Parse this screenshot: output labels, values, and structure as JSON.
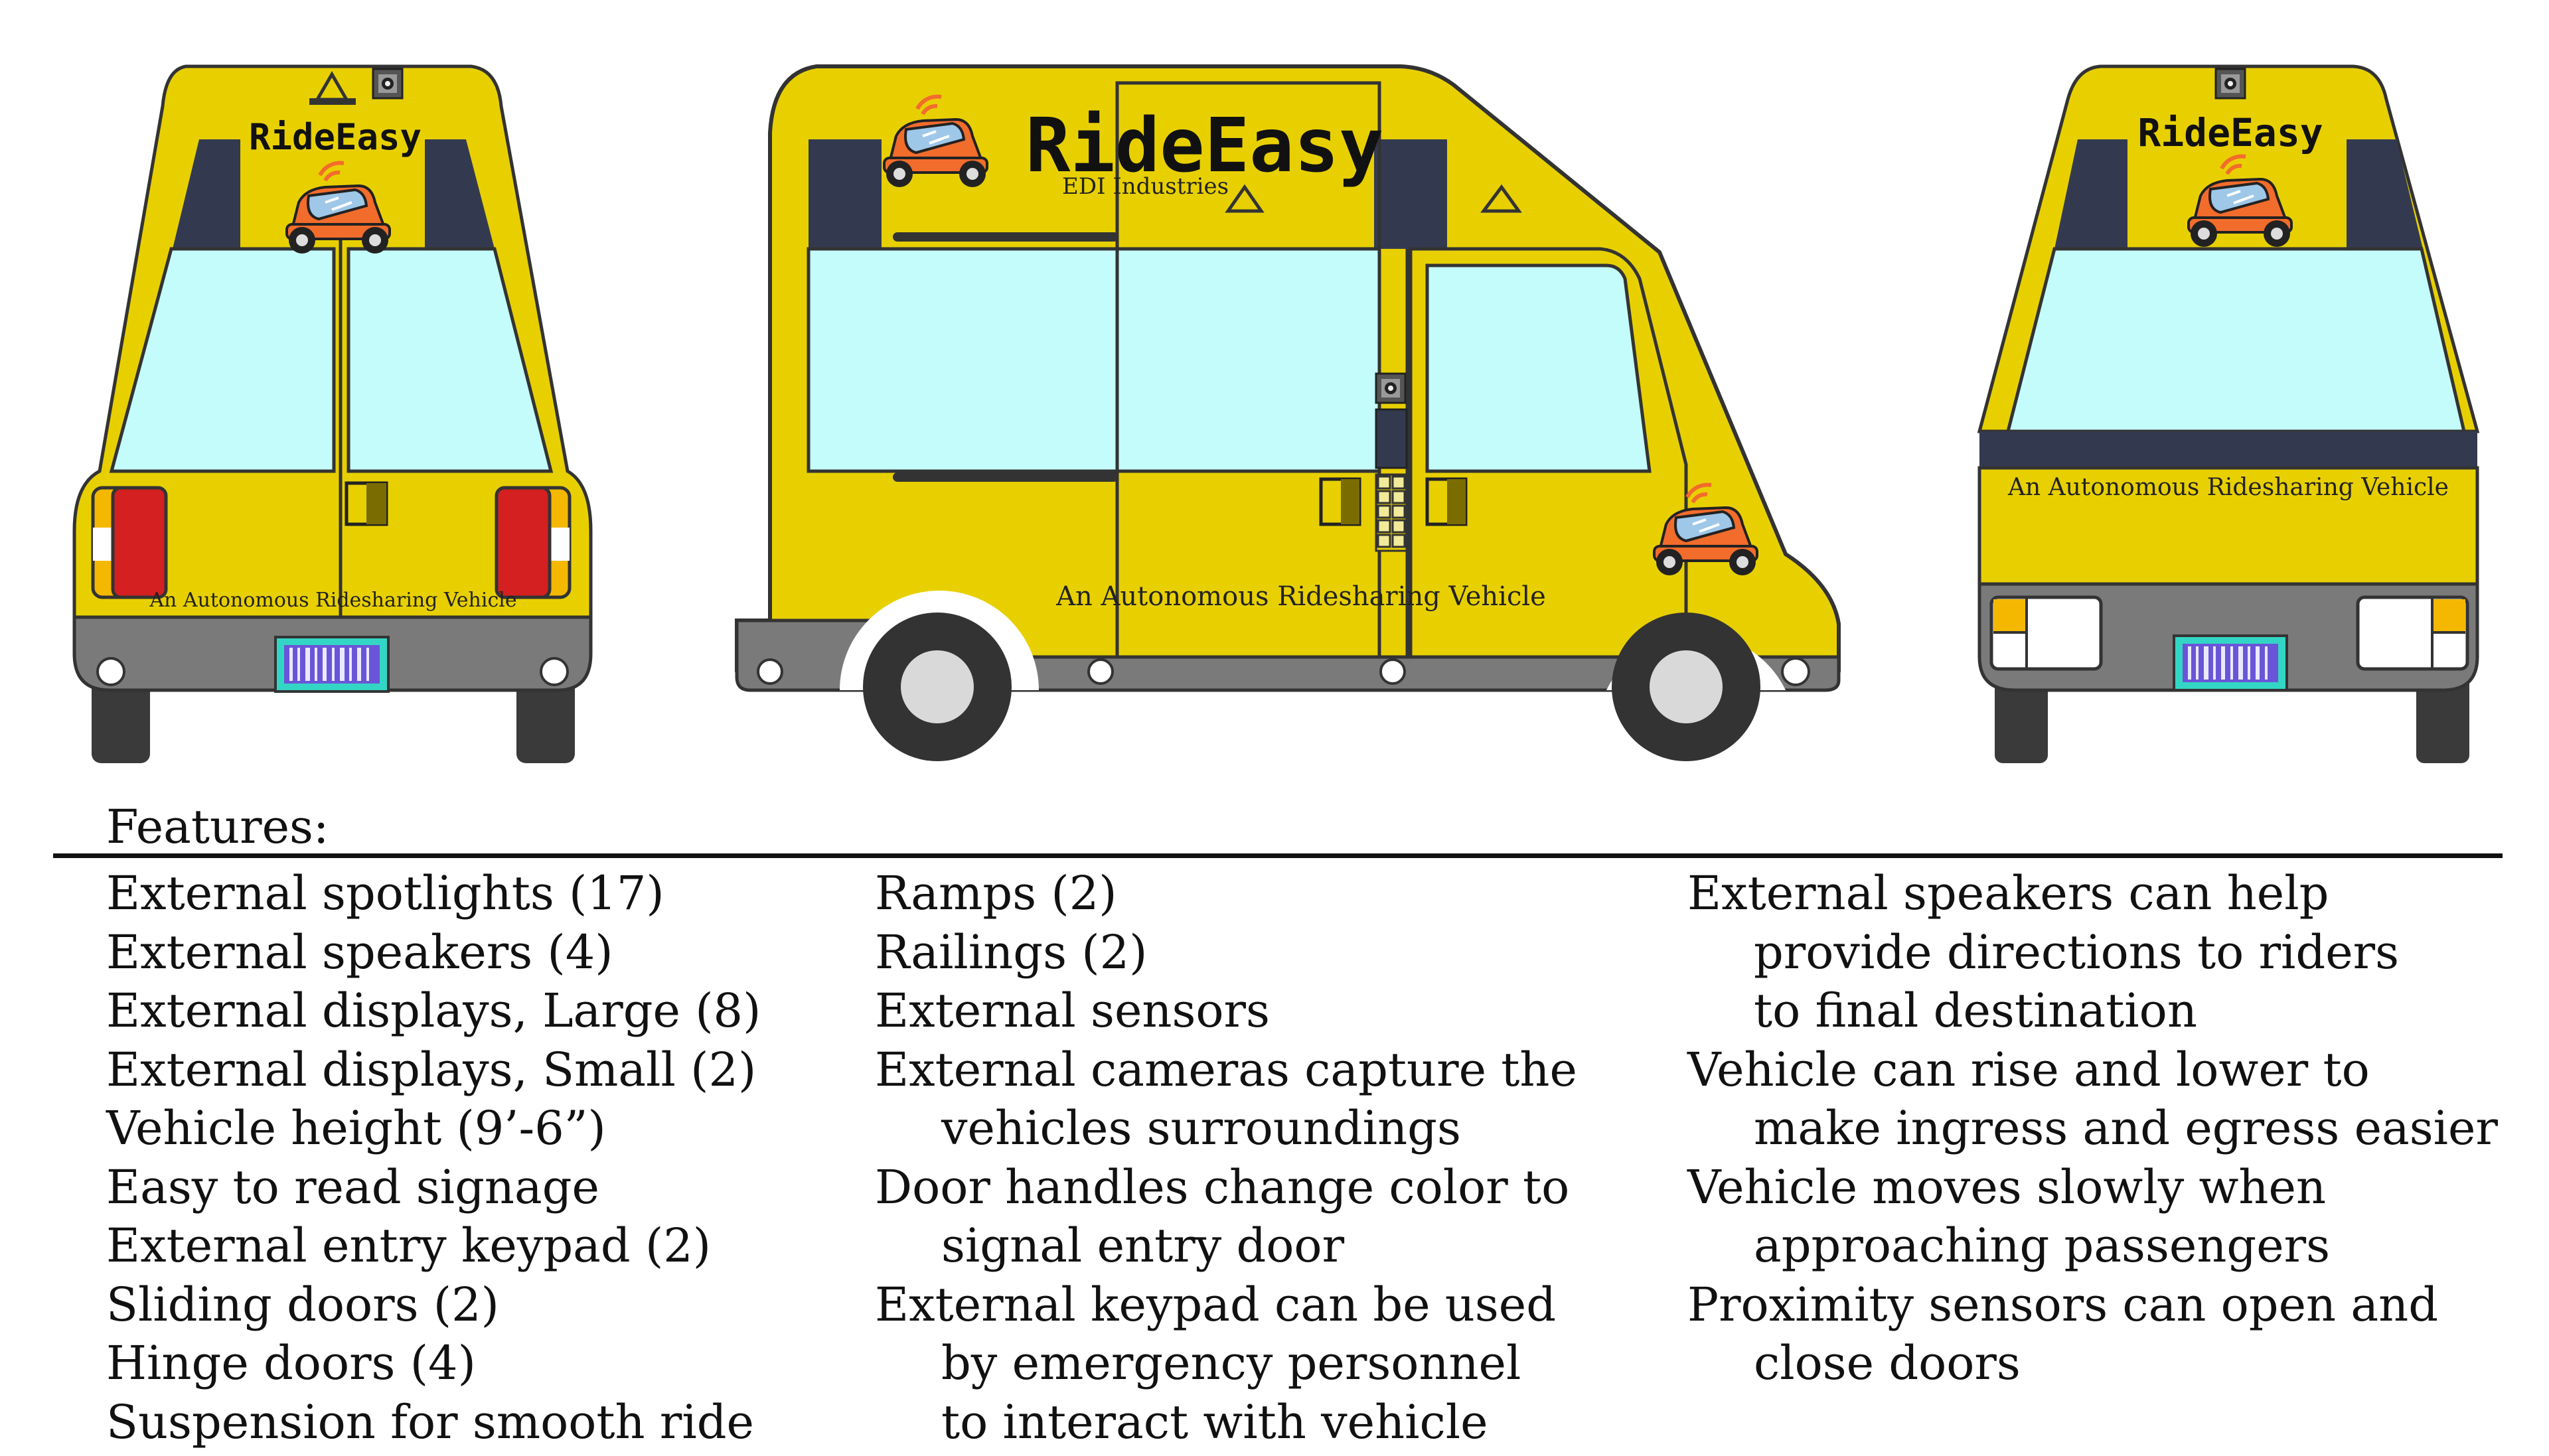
{
  "brand": {
    "name": "RideEasy",
    "company": "EDI Industries",
    "tagline": "An Autonomous Ridesharing Vehicle"
  },
  "colors": {
    "body_yellow": "#e8d000",
    "window_cyan": "#c4fbfb",
    "dark_panel": "#333a50",
    "bumper_gray": "#7a7a7a",
    "tail_red": "#d42020",
    "mascot_orange": "#f26c2c",
    "plate_teal": "#33d6c4"
  },
  "features": {
    "title": "Features:",
    "columns": [
      [
        {
          "text": "External spotlights (17)"
        },
        {
          "text": "External speakers (4)"
        },
        {
          "text": "External displays, Large (8)"
        },
        {
          "text": "External displays, Small (2)"
        },
        {
          "text": "Vehicle height (9’-6”)"
        },
        {
          "text": "Easy to read signage"
        },
        {
          "text": "External entry keypad (2)"
        },
        {
          "text": "Sliding doors (2)"
        },
        {
          "text": "Hinge doors (4)"
        },
        {
          "text": "Suspension for smooth ride"
        }
      ],
      [
        {
          "text": "Ramps (2)"
        },
        {
          "text": "Railings (2)"
        },
        {
          "text": "External sensors"
        },
        {
          "text": "External cameras capture the",
          "cont": [
            "vehicles surroundings"
          ]
        },
        {
          "text": "Door handles change color to",
          "cont": [
            "signal entry door"
          ]
        },
        {
          "text": "External keypad can be used",
          "cont": [
            "by emergency personnel",
            "to interact with vehicle"
          ]
        }
      ],
      [
        {
          "text": "External speakers can help",
          "cont": [
            "provide directions to riders",
            "to final destination"
          ]
        },
        {
          "text": "Vehicle can rise and lower to",
          "cont": [
            "make ingress and egress easier"
          ]
        },
        {
          "text": "Vehicle moves slowly when",
          "cont": [
            "approaching passengers"
          ]
        },
        {
          "text": "Proximity sensors can open and",
          "cont": [
            "close doors"
          ]
        }
      ]
    ]
  }
}
